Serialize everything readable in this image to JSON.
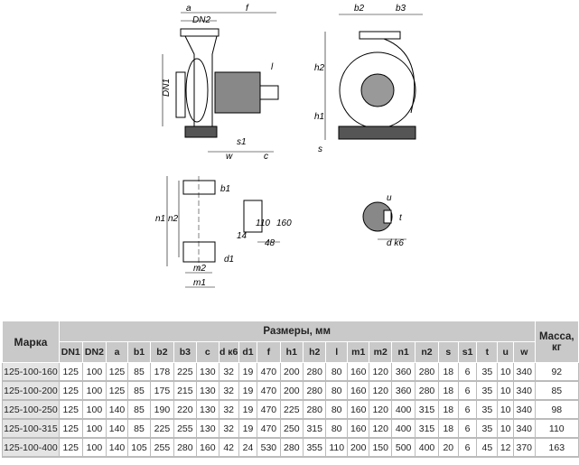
{
  "drawing_labels": {
    "side": {
      "a": "a",
      "dn2": "DN2",
      "f": "f",
      "dn1": "DN1",
      "l": "l",
      "w": "w",
      "c": "c",
      "s1": "s1"
    },
    "front": {
      "b2": "b2",
      "b3": "b3",
      "h2": "h2",
      "h1": "h1",
      "s": "s"
    },
    "foot": {
      "b1": "b1",
      "n1": "n1",
      "n2": "n2",
      "d110": "110",
      "d160": "160",
      "d14": "14",
      "d48": "48",
      "d1": "d1",
      "m2": "m2",
      "m1": "m1"
    },
    "shaft": {
      "u": "u",
      "t": "t",
      "dk6": "d k6"
    }
  },
  "table": {
    "mark_header": "Марка",
    "dims_header": "Размеры, мм",
    "mass_header": "Масса, кг",
    "columns": [
      "DN1",
      "DN2",
      "a",
      "b1",
      "b2",
      "b3",
      "c",
      "d к6",
      "d1",
      "f",
      "h1",
      "h2",
      "l",
      "m1",
      "m2",
      "n1",
      "n2",
      "s",
      "s1",
      "t",
      "u",
      "w"
    ],
    "rows": [
      {
        "mark": "125-100-160",
        "values": [
          "125",
          "100",
          "125",
          "85",
          "178",
          "225",
          "130",
          "32",
          "19",
          "470",
          "200",
          "280",
          "80",
          "160",
          "120",
          "360",
          "280",
          "18",
          "6",
          "35",
          "10",
          "340"
        ],
        "mass": "92"
      },
      {
        "mark": "125-100-200",
        "values": [
          "125",
          "100",
          "125",
          "85",
          "175",
          "215",
          "130",
          "32",
          "19",
          "470",
          "200",
          "280",
          "80",
          "160",
          "120",
          "360",
          "280",
          "18",
          "6",
          "35",
          "10",
          "340"
        ],
        "mass": "85"
      },
      {
        "mark": "125-100-250",
        "values": [
          "125",
          "100",
          "140",
          "85",
          "190",
          "220",
          "130",
          "32",
          "19",
          "470",
          "225",
          "280",
          "80",
          "160",
          "120",
          "400",
          "315",
          "18",
          "6",
          "35",
          "10",
          "340"
        ],
        "mass": "98"
      },
      {
        "mark": "125-100-315",
        "values": [
          "125",
          "100",
          "140",
          "85",
          "225",
          "255",
          "130",
          "32",
          "19",
          "470",
          "250",
          "315",
          "80",
          "160",
          "120",
          "400",
          "315",
          "18",
          "6",
          "35",
          "10",
          "340"
        ],
        "mass": "110"
      },
      {
        "mark": "125-100-400",
        "values": [
          "125",
          "100",
          "140",
          "105",
          "255",
          "280",
          "160",
          "42",
          "24",
          "530",
          "280",
          "355",
          "110",
          "200",
          "150",
          "500",
          "400",
          "20",
          "6",
          "45",
          "12",
          "370"
        ],
        "mass": "163"
      }
    ]
  }
}
